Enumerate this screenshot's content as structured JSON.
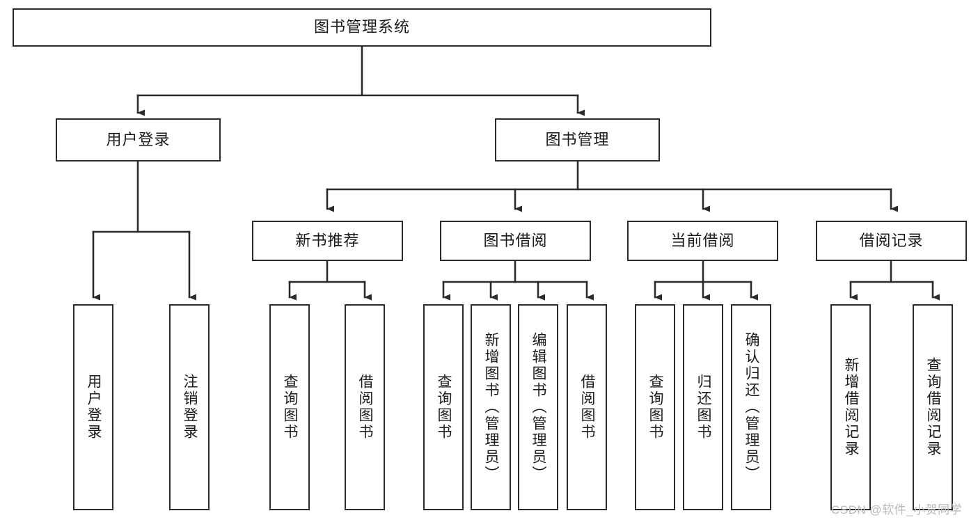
{
  "diagram": {
    "title": "图书管理系统",
    "type": "tree-hierarchy-diagram",
    "root": {
      "label": "图书管理系统"
    },
    "level2": [
      {
        "label": "用户登录"
      },
      {
        "label": "图书管理"
      }
    ],
    "level3": [
      {
        "label": "新书推荐"
      },
      {
        "label": "图书借阅"
      },
      {
        "label": "当前借阅"
      },
      {
        "label": "借阅记录"
      }
    ],
    "leaves": {
      "user_login": [
        {
          "label": "用户登录"
        },
        {
          "label": "注销登录"
        }
      ],
      "new_book_recommend": [
        {
          "label": "查询图书"
        },
        {
          "label": "借阅图书"
        }
      ],
      "book_borrow": [
        {
          "label": "查询图书"
        },
        {
          "label": "新增图书（管理员）"
        },
        {
          "label": "编辑图书（管理员）"
        },
        {
          "label": "借阅图书"
        }
      ],
      "current_borrow": [
        {
          "label": "查询图书"
        },
        {
          "label": "归还图书"
        },
        {
          "label": "确认归还（管理员）"
        }
      ],
      "borrow_record": [
        {
          "label": "新增借阅记录"
        },
        {
          "label": "查询借阅记录"
        }
      ]
    }
  },
  "watermark": {
    "text": "CSDN @软件_小贺同学"
  },
  "colors": {
    "box_border": "#2b2b2b",
    "box_fill": "#ffffff",
    "text": "#1a1a1a",
    "connector": "#2b2b2b",
    "watermark": "#b9b9b9",
    "background": "#ffffff"
  }
}
